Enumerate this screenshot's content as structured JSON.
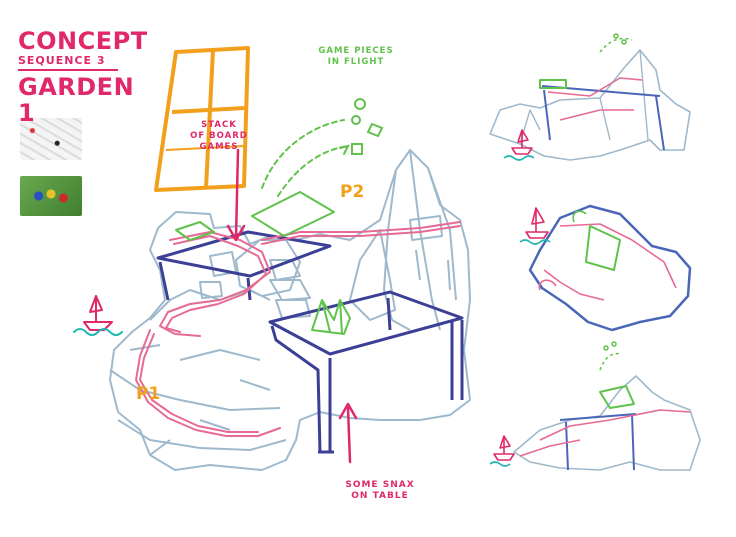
{
  "title": {
    "line1": "CONCEPT",
    "line2": "SEQUENCE 3",
    "line3": "GARDEN 1"
  },
  "annotations": {
    "game_pieces": [
      "GAME PIECES",
      "IN FLIGHT"
    ],
    "stack": [
      "STACK",
      "OF BOARD",
      "GAMES"
    ],
    "snax": [
      "SOME SNAX",
      "ON TABLE"
    ]
  },
  "players": {
    "p1": "P1",
    "p2": "P2"
  },
  "colors": {
    "pink": "#e0286a",
    "orange": "#f2a01c",
    "green": "#5fc24a",
    "ice": "#9fb9cc",
    "table": "#3c3f96",
    "island_blue": "#4a66b8",
    "water": "#23b6b3"
  },
  "reference_images": [
    "playing-cards-thumbnail",
    "board-game-pieces-thumbnail"
  ]
}
